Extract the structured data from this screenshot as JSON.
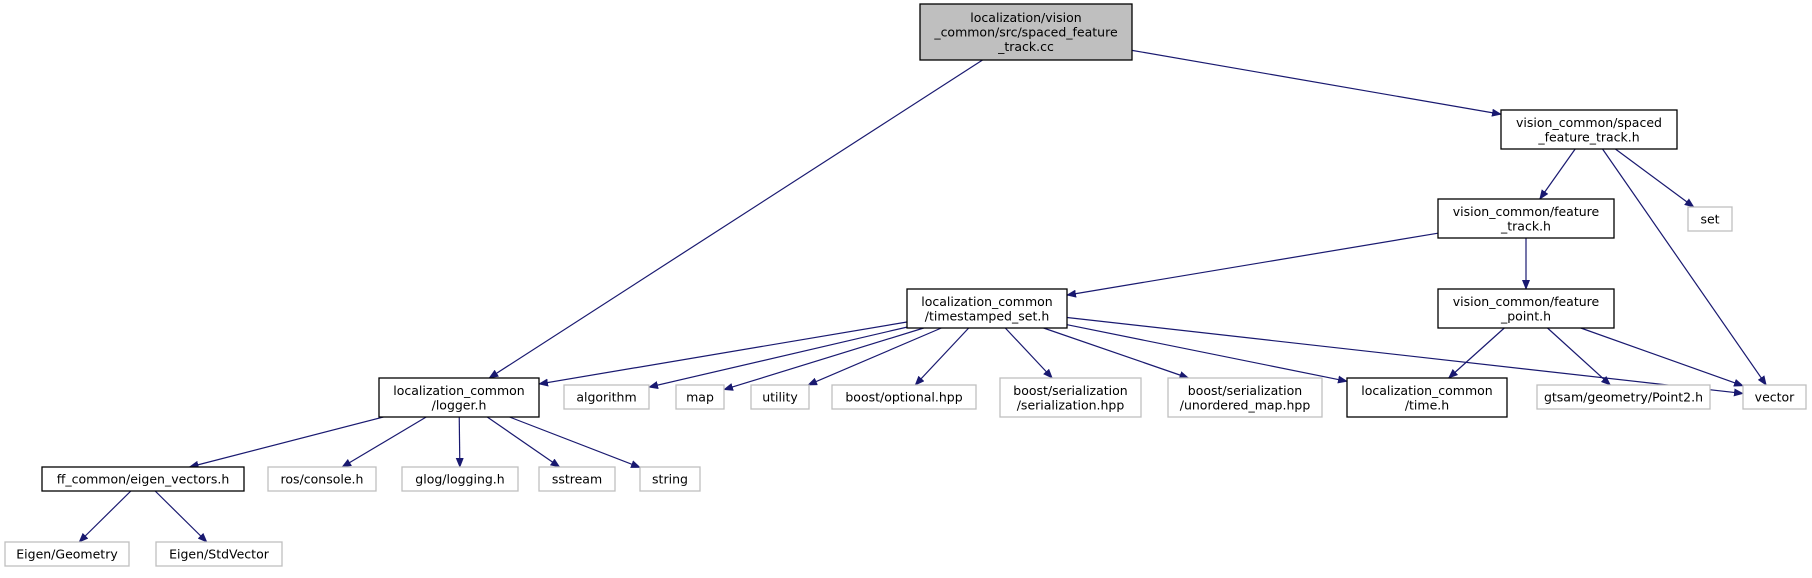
{
  "colors": {
    "edge": "#191970",
    "node_border": "#000000",
    "external_border": "#bfbfbf",
    "root_fill": "#bfbfbf",
    "node_fill": "#ffffff"
  },
  "nodes": [
    {
      "id": "spaced_feature_track_cc",
      "lines": [
        "localization/vision",
        "_common/src/spaced_feature",
        "_track.cc"
      ],
      "kind": "root"
    },
    {
      "id": "spaced_feature_track_h",
      "lines": [
        "vision_common/spaced",
        "_feature_track.h"
      ],
      "kind": "internal"
    },
    {
      "id": "feature_track_h",
      "lines": [
        "vision_common/feature",
        "_track.h"
      ],
      "kind": "internal"
    },
    {
      "id": "set",
      "lines": [
        "set"
      ],
      "kind": "external"
    },
    {
      "id": "timestamped_set_h",
      "lines": [
        "localization_common",
        "/timestamped_set.h"
      ],
      "kind": "internal"
    },
    {
      "id": "feature_point_h",
      "lines": [
        "vision_common/feature",
        "_point.h"
      ],
      "kind": "internal"
    },
    {
      "id": "logger_h",
      "lines": [
        "localization_common",
        "/logger.h"
      ],
      "kind": "internal"
    },
    {
      "id": "algorithm",
      "lines": [
        "algorithm"
      ],
      "kind": "external"
    },
    {
      "id": "map",
      "lines": [
        "map"
      ],
      "kind": "external"
    },
    {
      "id": "utility",
      "lines": [
        "utility"
      ],
      "kind": "external"
    },
    {
      "id": "boost_optional",
      "lines": [
        "boost/optional.hpp"
      ],
      "kind": "external"
    },
    {
      "id": "boost_serialization",
      "lines": [
        "boost/serialization",
        "/serialization.hpp"
      ],
      "kind": "external"
    },
    {
      "id": "boost_unordered_map",
      "lines": [
        "boost/serialization",
        "/unordered_map.hpp"
      ],
      "kind": "external"
    },
    {
      "id": "time_h",
      "lines": [
        "localization_common",
        "/time.h"
      ],
      "kind": "internal"
    },
    {
      "id": "point2_h",
      "lines": [
        "gtsam/geometry/Point2.h"
      ],
      "kind": "external"
    },
    {
      "id": "vector",
      "lines": [
        "vector"
      ],
      "kind": "external"
    },
    {
      "id": "eigen_vectors_h",
      "lines": [
        "ff_common/eigen_vectors.h"
      ],
      "kind": "internal"
    },
    {
      "id": "ros_console_h",
      "lines": [
        "ros/console.h"
      ],
      "kind": "external"
    },
    {
      "id": "glog_logging_h",
      "lines": [
        "glog/logging.h"
      ],
      "kind": "external"
    },
    {
      "id": "sstream",
      "lines": [
        "sstream"
      ],
      "kind": "external"
    },
    {
      "id": "string",
      "lines": [
        "string"
      ],
      "kind": "external"
    },
    {
      "id": "eigen_geometry",
      "lines": [
        "Eigen/Geometry"
      ],
      "kind": "external"
    },
    {
      "id": "eigen_stdvector",
      "lines": [
        "Eigen/StdVector"
      ],
      "kind": "external"
    }
  ],
  "edges": [
    {
      "from": "spaced_feature_track_cc",
      "to": "spaced_feature_track_h"
    },
    {
      "from": "spaced_feature_track_cc",
      "to": "logger_h"
    },
    {
      "from": "spaced_feature_track_h",
      "to": "feature_track_h"
    },
    {
      "from": "spaced_feature_track_h",
      "to": "set"
    },
    {
      "from": "spaced_feature_track_h",
      "to": "vector"
    },
    {
      "from": "feature_track_h",
      "to": "timestamped_set_h"
    },
    {
      "from": "feature_track_h",
      "to": "feature_point_h"
    },
    {
      "from": "timestamped_set_h",
      "to": "logger_h"
    },
    {
      "from": "timestamped_set_h",
      "to": "algorithm"
    },
    {
      "from": "timestamped_set_h",
      "to": "map"
    },
    {
      "from": "timestamped_set_h",
      "to": "utility"
    },
    {
      "from": "timestamped_set_h",
      "to": "boost_optional"
    },
    {
      "from": "timestamped_set_h",
      "to": "boost_serialization"
    },
    {
      "from": "timestamped_set_h",
      "to": "boost_unordered_map"
    },
    {
      "from": "timestamped_set_h",
      "to": "time_h"
    },
    {
      "from": "timestamped_set_h",
      "to": "vector"
    },
    {
      "from": "feature_point_h",
      "to": "time_h"
    },
    {
      "from": "feature_point_h",
      "to": "point2_h"
    },
    {
      "from": "feature_point_h",
      "to": "vector"
    },
    {
      "from": "logger_h",
      "to": "eigen_vectors_h"
    },
    {
      "from": "logger_h",
      "to": "ros_console_h"
    },
    {
      "from": "logger_h",
      "to": "glog_logging_h"
    },
    {
      "from": "logger_h",
      "to": "sstream"
    },
    {
      "from": "logger_h",
      "to": "string"
    },
    {
      "from": "eigen_vectors_h",
      "to": "eigen_geometry"
    },
    {
      "from": "eigen_vectors_h",
      "to": "eigen_stdvector"
    }
  ]
}
